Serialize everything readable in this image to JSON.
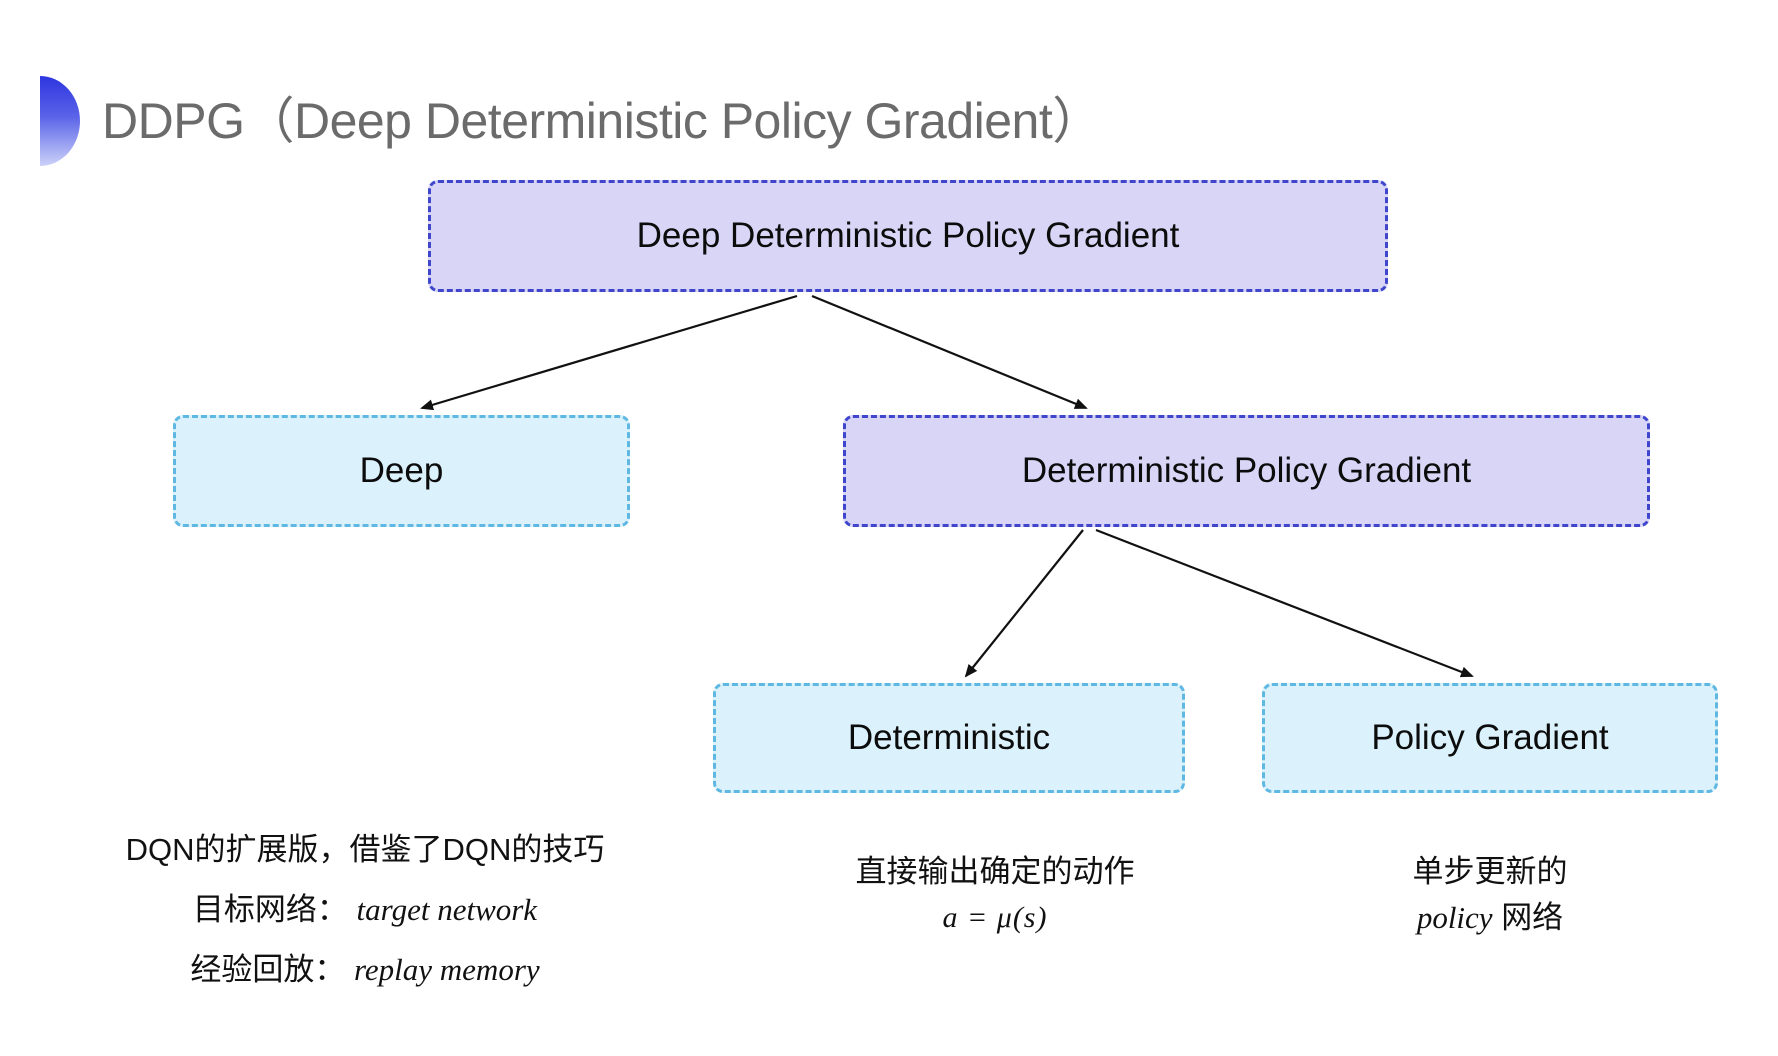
{
  "header": {
    "title": "DDPG（Deep Deterministic Policy Gradient）"
  },
  "diagram": {
    "nodes": {
      "root": "Deep Deterministic Policy Gradient",
      "deep": "Deep",
      "dpg": "Deterministic Policy Gradient",
      "deterministic": "Deterministic",
      "policy_gradient": "Policy Gradient"
    },
    "notes": {
      "deep": {
        "line1": "DQN的扩展版，借鉴了DQN的技巧",
        "target_label": "目标网络：",
        "target_term": "target network",
        "replay_label": "经验回放：",
        "replay_term": "replay memory"
      },
      "deterministic": {
        "line1": "直接输出确定的动作",
        "formula": "a = μ(s)"
      },
      "policy_gradient": {
        "line1": "单步更新的",
        "term": "policy",
        "suffix": " 网络"
      }
    }
  },
  "colors": {
    "lavender_fill": "#d9d5f7",
    "lavender_border": "#4046cb",
    "cyan_fill": "#dbf1fb",
    "cyan_border": "#5eb8e2",
    "arrow": "#111111",
    "title_gray": "#6b6b6b",
    "icon_gradient_top": "#2d35df",
    "icon_gradient_bottom": "#ccd2f8"
  }
}
